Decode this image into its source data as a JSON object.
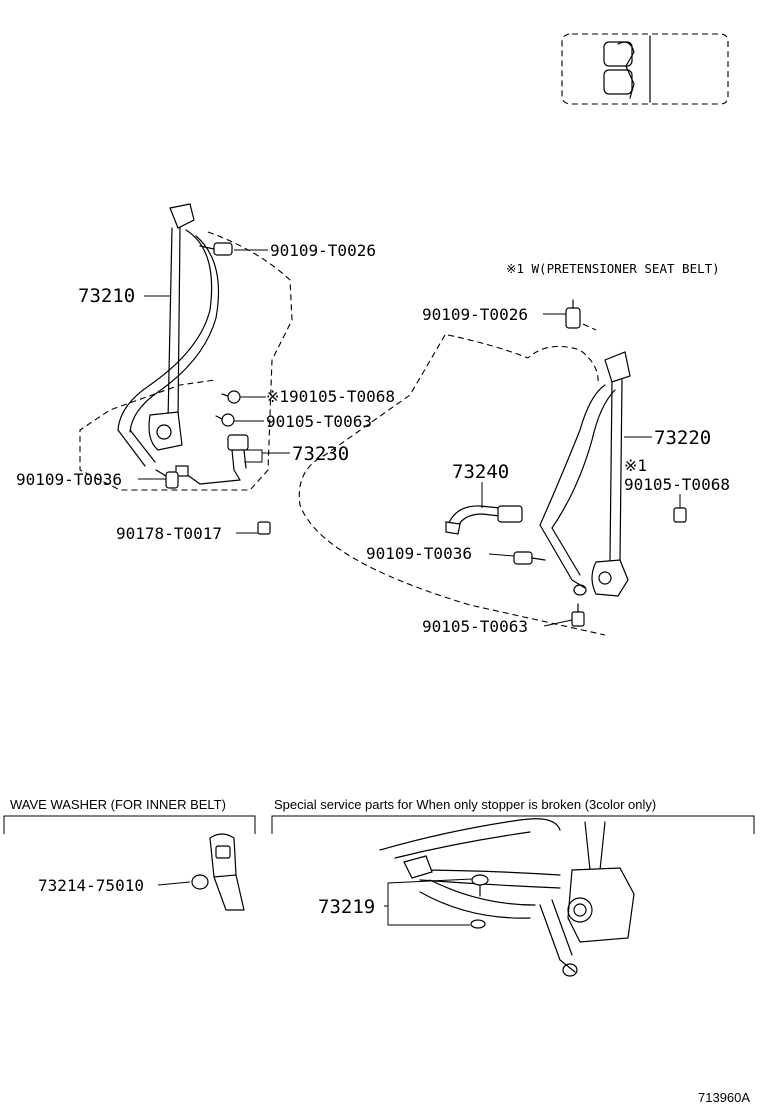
{
  "callouts": {
    "p73210": "73210",
    "p73220": "73220",
    "p73230": "73230",
    "p73240": "73240",
    "p73214": "73214-75010",
    "p73219": "73219",
    "bolt_upper_left": "90109-T0026",
    "bolt_upper_right": "90109-T0026",
    "bolt_pret_left": "※190105-T0068",
    "bolt_mid_left": "90105-T0063",
    "bolt_lower_left": "90109-T0036",
    "nut_left": "90178-T0017",
    "bolt_pret_right_mark": "※1",
    "bolt_pret_right": "90105-T0068",
    "bolt_lower_right": "90109-T0036",
    "bolt_bottom_right": "90105-T0063"
  },
  "note": "※1 W(PRETENSIONER SEAT BELT)",
  "sections": {
    "wave_washer": "WAVE WASHER (FOR INNER BELT)",
    "special_service": "Special service parts for When only stopper is broken  (3color only)"
  },
  "figure_id": "713960A",
  "icons": {
    "seat_location": "seat-location-icon"
  }
}
